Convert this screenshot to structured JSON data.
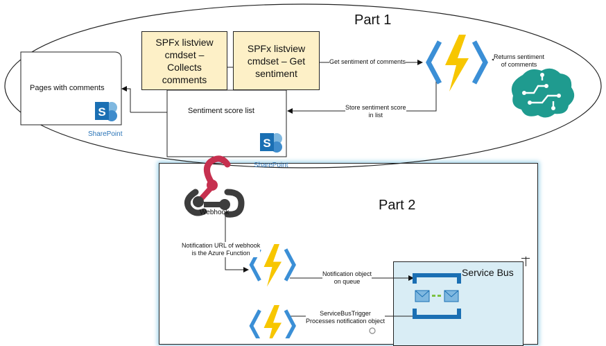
{
  "part1": {
    "title": "Part 1",
    "pages_box_label": "Pages with comments",
    "spfx_collect": "SPFx listview\ncmdset –\nCollects\ncomments",
    "spfx_sentiment": "SPFx listview\ncmdset – Get\nsentiment",
    "sentiment_list_label": "Sentiment score list",
    "arrow_get_sentiment": "Get sentiment of comments",
    "arrow_returns": "Returns sentiment\nof comments",
    "arrow_store": "Store sentiment score\nin list",
    "sharepoint_label_1": "SharePoint",
    "sharepoint_label_2": "SharePoint"
  },
  "part2": {
    "title": "Part 2",
    "webhook_label": "Webhook",
    "notification_url": "Notification URL of webhook\nis the Azure Function",
    "notification_object": "Notification object\non queue",
    "servicebus_trigger": "ServiceBusTrigger\nProcesses notification object",
    "service_bus_title": "Service Bus"
  },
  "colors": {
    "spfx_fill": "#fdf0c7",
    "part2_border": "#222222",
    "part2_glow": "#9fd3ea",
    "service_bus_fill": "#d9edf5",
    "sharepoint_blue": "#1a6fb3",
    "function_yellow": "#f7c600",
    "function_bracket": "#3b8fd6",
    "cognitive_teal": "#1f9b8f",
    "webhook_red": "#c6304f",
    "webhook_gray": "#3d3d3d"
  },
  "icons": [
    "azure-function-icon",
    "cognitive-services-icon",
    "sharepoint-icon",
    "webhook-icon",
    "service-bus-icon",
    "refresh-icon"
  ]
}
